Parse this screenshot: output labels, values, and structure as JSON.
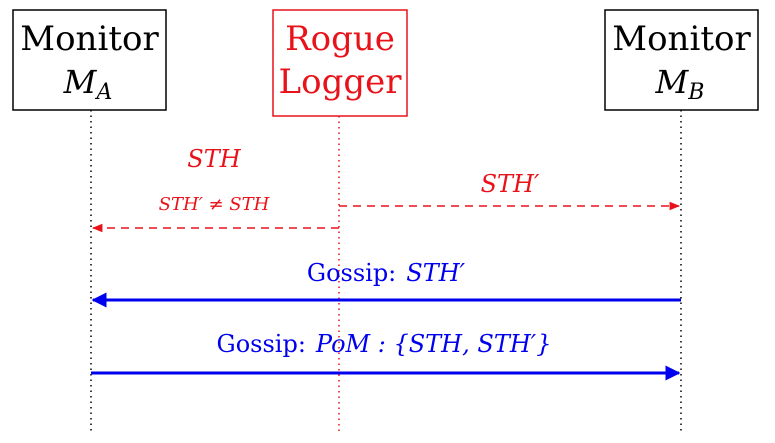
{
  "participants": {
    "monitor_a": {
      "line1": "Monitor",
      "line2_main": "M",
      "line2_sub": "A"
    },
    "rogue_logger": {
      "line1": "Rogue",
      "line2": "Logger"
    },
    "monitor_b": {
      "line1": "Monitor",
      "line2_main": "M",
      "line2_sub": "B"
    }
  },
  "messages": {
    "sth_label": "STH",
    "sth_mismatch_label": "STH′ ≠ STH",
    "sth_prime_label": "STH′",
    "gossip_sth_prime_prefix": "Gossip:",
    "gossip_sth_prime_value": "STH′",
    "gossip_pom_prefix": "Gossip:",
    "gossip_pom_value": "PoM : {STH, STH′}"
  },
  "colors": {
    "rogue": "#e8131a",
    "gossip": "#0000ee",
    "default": "#000000"
  }
}
